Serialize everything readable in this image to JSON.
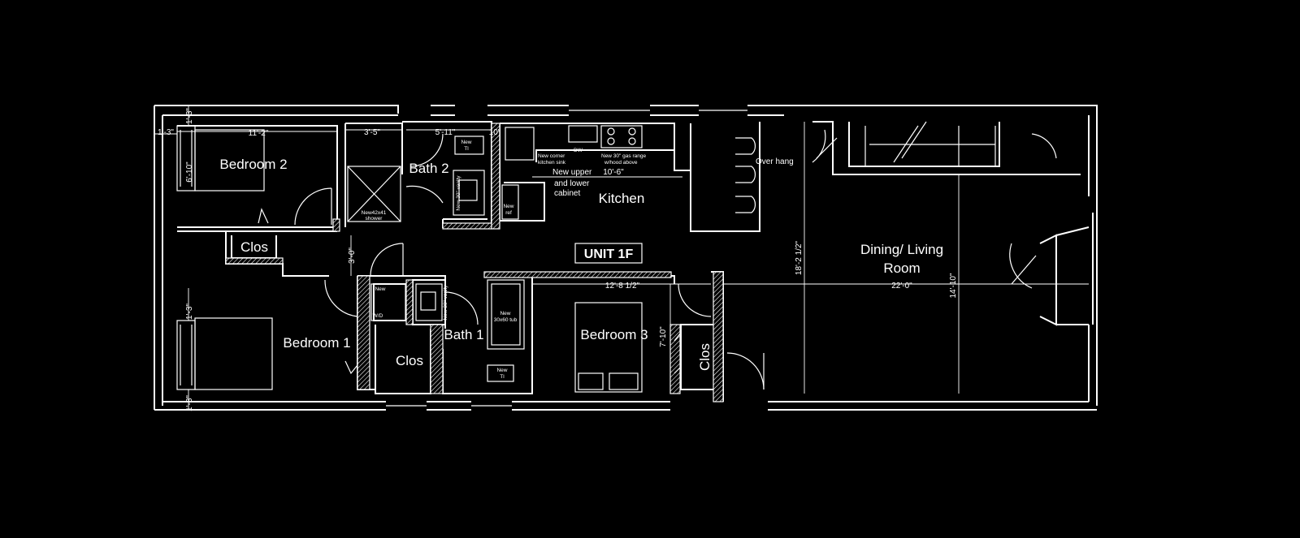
{
  "unit_label": "UNIT 1F",
  "rooms": {
    "bedroom2": "Bedroom 2",
    "bath2": "Bath 2",
    "kitchen": "Kitchen",
    "clos_top": "Clos",
    "bedroom1": "Bedroom 1",
    "clos_mid": "Clos",
    "bath1": "Bath 1",
    "bedroom3": "Bedroom 3",
    "clos_right": "Clos",
    "dining_line1": "Dining/ Living",
    "dining_line2": "Room"
  },
  "dimensions": {
    "d_1_3_top_left": "1'-3\"",
    "d_1_3_top_vert": "1'-3\"",
    "d_11_2": "11'-2\"",
    "d_6_10": "6'-10\"",
    "d_3_5": "3'-5\"",
    "d_5_11": "5'-11\"",
    "d_10": "10\"",
    "d_10_6": "10'-6\"",
    "d_3_0": "3'-0\"",
    "d_1_3_mid": "1'-3\"",
    "d_1_3_bottom": "1'-3\"",
    "d_12_8": "12'-8 1/2\"",
    "d_7_10": "7'-10\"",
    "d_18_2": "18'-2 1/2\"",
    "d_22_0": "22'-0\"",
    "d_14_10": "14'-10\""
  },
  "notes": {
    "new_tl_bath2": [
      "New",
      "Tl"
    ],
    "shower": [
      "New42x41",
      "shower"
    ],
    "vanity_bath2": "New 30\" vanity",
    "corner_sink": [
      "New corner",
      "kitchen sink"
    ],
    "dw": "DW",
    "gas_range": [
      "New 30\" gas range",
      "w/hood above"
    ],
    "cabinet": [
      "New upper",
      "and lower",
      "cabinet"
    ],
    "fridge": [
      "New",
      "ref"
    ],
    "overhang": "Over hang",
    "wd_new": "New",
    "wd": "W/D",
    "vanity_bath1": "New 30\" vanity",
    "tub": [
      "New",
      "30x60 tub"
    ],
    "new_tl_bath1": [
      "New",
      "Tl"
    ]
  }
}
